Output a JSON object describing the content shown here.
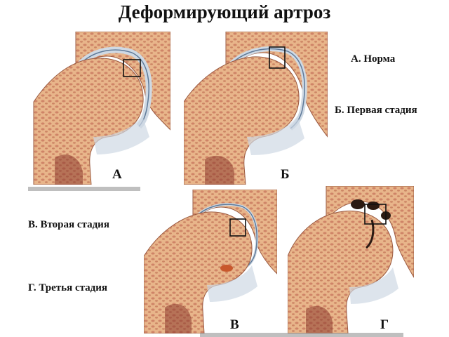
{
  "title": "Деформирующий артроз",
  "legend": {
    "a": "А. Норма",
    "b": "Б. Первая стадия",
    "v": "В. Вторая стадия",
    "g": "Г. Третья стадия"
  },
  "panels": {
    "a": "А",
    "b": "Б",
    "v": "В",
    "g": "Г"
  },
  "colors": {
    "bone": "#e8b58a",
    "bone_dark": "#b8644a",
    "trabecula": "#a8543c",
    "cartilage": "#cfd9e4",
    "cartilage_edge": "#5f7a99",
    "marrow": "#8c3a2e",
    "highlight_box": "#111111"
  }
}
